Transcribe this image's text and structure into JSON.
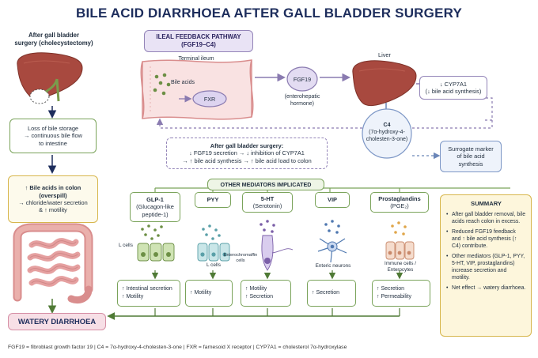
{
  "title": "BILE ACID DIARRHOEA AFTER GALL BLADDER SURGERY",
  "left": {
    "heading_line1": "After gall bladder",
    "heading_line2": "surgery (cholecystectomy)",
    "loss_line1": "Loss of bile storage",
    "loss_line2": "→ continuous bile flow",
    "loss_line3": "to intestine",
    "bile_line1": "↑ Bile acids in colon",
    "bile_line2": "(overspill)",
    "bile_line3": "→ chloride/water secretion",
    "bile_line4": "& ↑ motility"
  },
  "ileal": {
    "title_line1": "ILEAL FEEDBACK PATHWAY",
    "title_line2": "(FGF19–C4)",
    "terminal_ileum": "Terminal ileum",
    "bile_acids": "Bile acids",
    "fxr": "FXR",
    "fgf19": "FGF19",
    "fgf19_sub1": "(enterohepatic",
    "fgf19_sub2": "hormone)",
    "liver": "Liver",
    "cyp_line1": "↓ CYP7A1",
    "cyp_line2": "(↓ bile acid synthesis)",
    "c4_line1": "C4",
    "c4_line2": "(7α-hydroxy-4-",
    "c4_line3": "cholesten-3-one)",
    "surrogate_line1": "Surrogate marker",
    "surrogate_line2": "of bile acid",
    "surrogate_line3": "synthesis",
    "after_line1": "After gall bladder surgery:",
    "after_line2": "↓ FGF19 secretion → ↓ inhibition of CYP7A1",
    "after_line3": "→ ↑ bile acid synthesis → ↑ bile acid load to colon"
  },
  "mediators": {
    "header": "OTHER MEDIATORS IMPLICATED",
    "glp1_line1": "GLP-1",
    "glp1_line2": "(Glucagon-like",
    "glp1_line3": "peptide-1)",
    "glp1_cell": "L cells",
    "glp1_eff1": "↑ Intestinal secretion",
    "glp1_eff2": "↑ Motility",
    "pyy": "PYY",
    "pyy_cell": "L cells",
    "pyy_eff1": "↑ Motility",
    "ht_line1": "5-HT",
    "ht_line2": "(Serotonin)",
    "ht_cell1": "Enterochromaffin",
    "ht_cell2": "cells",
    "ht_eff1": "↑ Motility",
    "ht_eff2": "↑ Secretion",
    "vip": "VIP",
    "vip_cell": "Enteric neurons",
    "vip_eff1": "↑ Secretion",
    "pg_line1": "Prostaglandins",
    "pg_line2": "(PGE₂)",
    "pg_cell1": "Immune cells /",
    "pg_cell2": "Enterocytes",
    "pg_eff1": "↑ Secretion",
    "pg_eff2": "↑ Permeability"
  },
  "summary": {
    "title": "SUMMARY",
    "items": [
      "After gall bladder removal, bile acids reach colon in excess.",
      "Reduced FGF19 feedback and ↑ bile acid synthesis (↑ C4) contribute.",
      "Other mediators (GLP-1, PYY, 5-HT, VIP, prostaglandins) increase secretion and motility.",
      "Net effect → watery diarrhoea."
    ]
  },
  "outcome": "WATERY DIARRHOEA",
  "footer": "FGF19 = fibroblast growth factor 19   |   C4 = 7α-hydroxy-4-cholesten-3-one   |   FXR = farnesoid X receptor   |   CYP7A1 = cholesterol 7α-hydroxylase",
  "colors": {
    "navy": "#1d2d5c",
    "green": "#7aa35a",
    "purple": "#9384b8",
    "summary_yellow": "#d7b64c",
    "diarrhoea_pink": "#f7dfe6",
    "liver": "#a8493f",
    "intestine": "#e5a0a0"
  }
}
